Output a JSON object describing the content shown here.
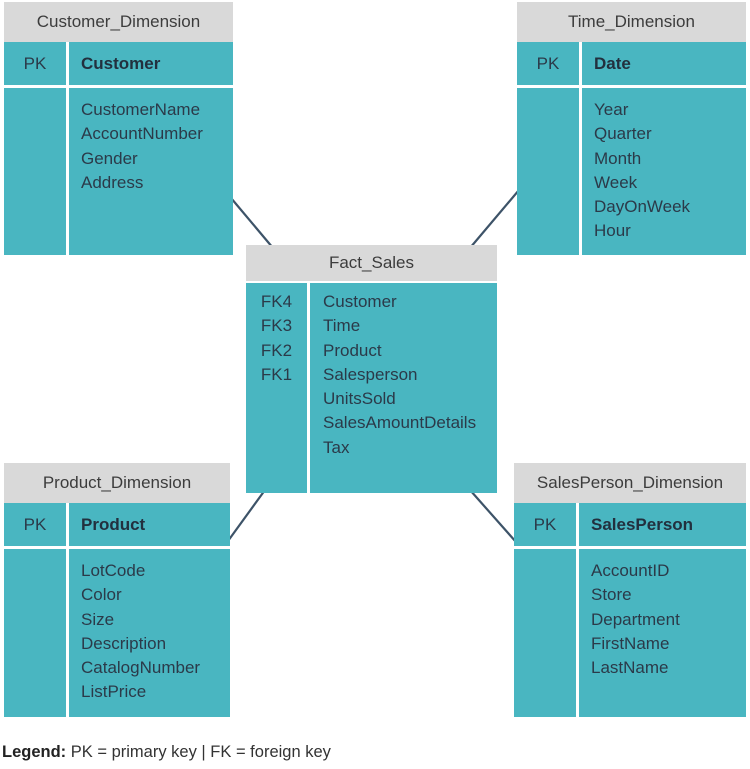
{
  "colors": {
    "background": "#ffffff",
    "table_fill": "#49b6c1",
    "header_fill": "#d9d9d9",
    "divider": "#ffffff",
    "connector": "#3d5368",
    "attr_text": "#2b3a49",
    "key_text": "#22303e",
    "title_text": "#3c3c3c",
    "legend_text": "#333333",
    "legend_label_color": "#222222"
  },
  "tables": {
    "customer": {
      "title": "Customer_Dimension",
      "key_label": "PK",
      "key_field": "Customer",
      "attributes": [
        "CustomerName",
        "AccountNumber",
        "Gender",
        "Address"
      ]
    },
    "time": {
      "title": "Time_Dimension",
      "key_label": "PK",
      "key_field": "Date",
      "attributes": [
        "Year",
        "Quarter",
        "Month",
        "Week",
        "DayOnWeek",
        "Hour"
      ]
    },
    "fact": {
      "title": "Fact_Sales",
      "fk_labels": [
        "FK4",
        "FK3",
        "FK2",
        "FK1"
      ],
      "attributes": [
        "Customer",
        "Time",
        "Product",
        "Salesperson",
        "UnitsSold",
        "SalesAmountDetails",
        "Tax"
      ]
    },
    "product": {
      "title": "Product_Dimension",
      "key_label": "PK",
      "key_field": "Product",
      "attributes": [
        "LotCode",
        "Color",
        "Size",
        "Description",
        "CatalogNumber",
        "ListPrice"
      ]
    },
    "salesperson": {
      "title": "SalesPerson_Dimension",
      "key_label": "PK",
      "key_field": "SalesPerson",
      "attributes": [
        "AccountID",
        "Store",
        "Department",
        "FirstName",
        "LastName"
      ]
    }
  },
  "legend": {
    "label": "Legend:",
    "text": "PK = primary key | FK = foreign key"
  }
}
